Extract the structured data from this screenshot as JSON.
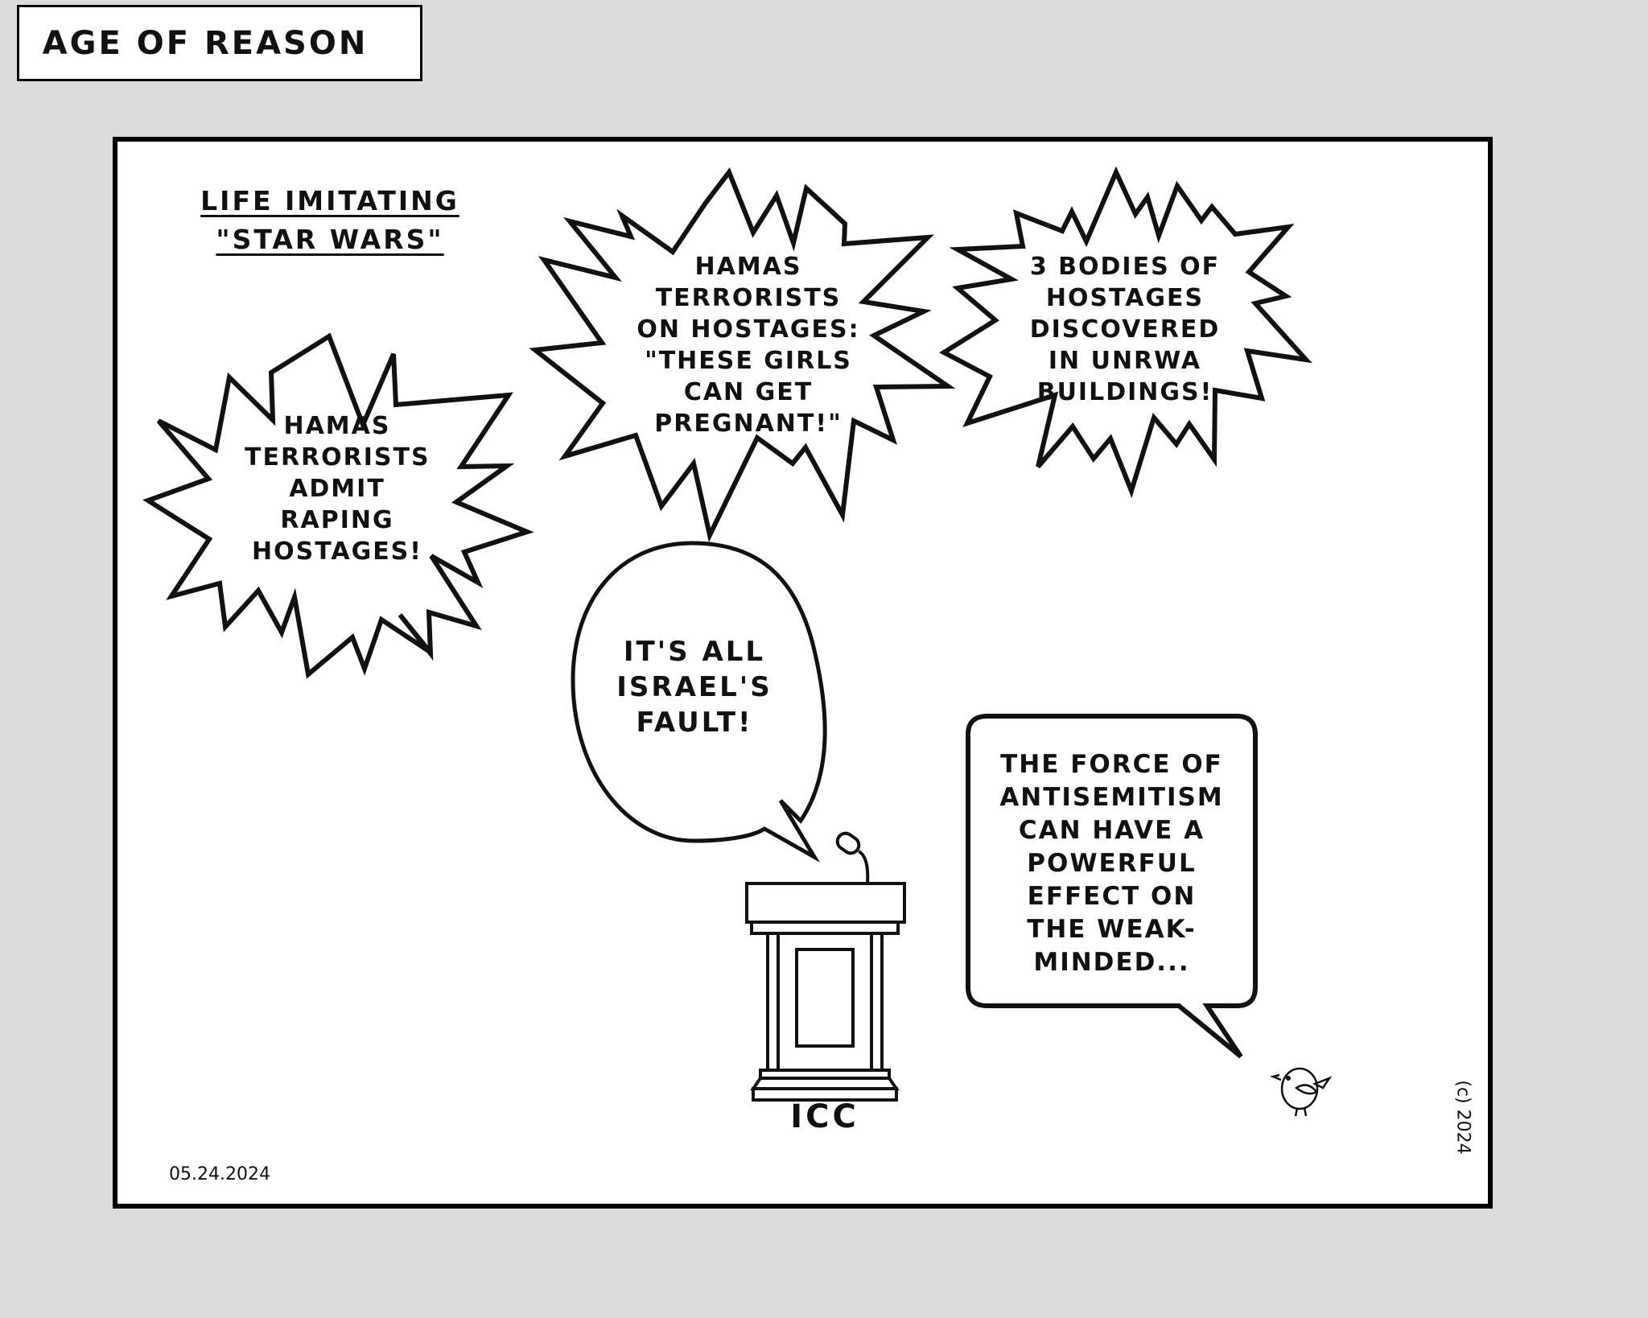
{
  "header": {
    "title": "AGE OF REASON"
  },
  "comic": {
    "heading": "LIFE IMITATING\n\"STAR WARS\"",
    "burst_left": "HAMAS\nTERRORISTS\nADMIT\nRAPING\nHOSTAGES!",
    "burst_middle": "HAMAS\nTERRORISTS\nON HOSTAGES:\n\"THESE GIRLS\nCAN GET\nPREGNANT!\"",
    "burst_right": "3 BODIES OF\nHOSTAGES\nDISCOVERED\nIN UNRWA\nBUILDINGS!",
    "speech_oval": "IT'S ALL\nISRAEL'S\nFAULT!",
    "speech_box": "THE FORCE OF\nANTISEMITISM\nCAN HAVE A\nPOWERFUL\nEFFECT ON\nTHE WEAK-\nMINDED...",
    "podium_label": "ICC",
    "date": "05.24.2024",
    "copyright": "(c) 2024"
  }
}
